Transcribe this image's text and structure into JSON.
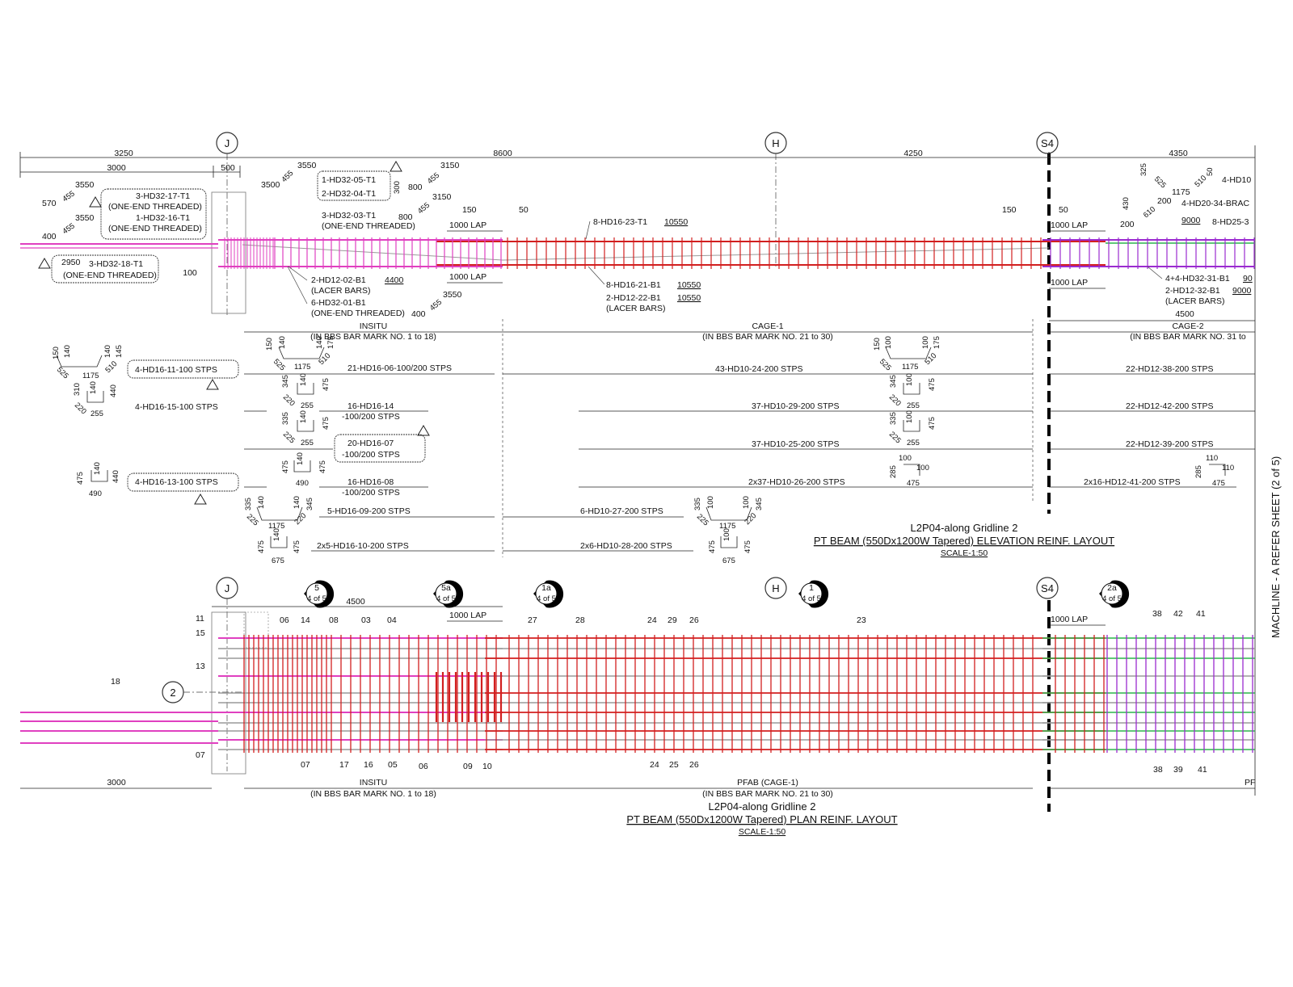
{
  "colors": {
    "bar_pink": "#e040c0",
    "bar_red": "#d21f1f",
    "bar_purple": "#9b2bd0",
    "bar_green": "#2bb54b",
    "lacer_grey": "#9a9a9a",
    "line": "#222222"
  },
  "gridlines": {
    "J": "J",
    "H": "H",
    "S4": "S4",
    "two": "2"
  },
  "elevation": {
    "dims_top": {
      "d3250": "3250",
      "d8600": "8600",
      "d4250": "4250",
      "d4350": "4350",
      "d3000": "3000",
      "d500": "500",
      "d100": "100"
    },
    "labels": {
      "l1": "3-HD32-17-T1",
      "l1b": "(ONE-END THREADED)",
      "l2": "1-HD32-16-T1",
      "l2b": "(ONE-END THREADED)",
      "l3": "3-HD32-18-T1",
      "l3b": "(ONE-END THREADED)",
      "l4": "1-HD32-05-T1",
      "l5": "2-HD32-04-T1",
      "l6": "3-HD32-03-T1",
      "l6b": "(ONE-END THREADED)",
      "l7": "8-HD16-23-T1",
      "l7v": "10550",
      "l8": "2-HD12-02-B1",
      "l8v": "4400",
      "l8b": "(LACER BARS)",
      "l9": "6-HD32-01-B1",
      "l9b": "(ONE-END THREADED)",
      "l10": "8-HD16-21-B1",
      "l10v": "10550",
      "l11": "2-HD12-22-B1",
      "l11v": "10550",
      "l11b": "(LACER BARS)",
      "l12": "4-HD10",
      "l13": "4-HD20-34-BRAC",
      "l14": "8-HD25-3",
      "l15": "4+4-HD32-31-B1",
      "l15v": "90",
      "l16": "2-HD12-32-B1",
      "l16v": "9000",
      "l16b": "(LACER BARS)",
      "lap1": "1000 LAP",
      "lap2": "1000 LAP",
      "lap3": "1000 LAP",
      "lap4": "1000 LAP",
      "n150a": "150",
      "n50a": "50",
      "n150b": "150",
      "n50b": "50",
      "n3550a": "3550",
      "n3550b": "3550",
      "n3550c": "3550",
      "n3550d": "3550",
      "n3150a": "3150",
      "n3150b": "3150",
      "n2950": "2950",
      "n570": "570",
      "n455a": "455",
      "n400a": "400",
      "n455b": "455",
      "n3500": "3500",
      "n455c": "455",
      "n800a": "800",
      "n455d": "455",
      "n800b": "800",
      "n455e": "455",
      "n300": "300",
      "n400b": "400",
      "n455f": "455",
      "n325": "325",
      "n525": "525",
      "n1175": "1175",
      "n510": "510",
      "n50c": "50",
      "n430": "430",
      "n200a": "200",
      "n200b": "200",
      "n610": "610",
      "n9000": "9000"
    },
    "zones": {
      "insitu": "INSITU",
      "insitu_b": "(IN BBS BAR MARK NO. 1 to 18)",
      "cage1": "CAGE-1",
      "cage1_b": "(IN BBS BAR MARK NO. 21 to 30)",
      "cage2": "CAGE-2",
      "cage2_b": "(IN BBS BAR MARK NO. 31 to",
      "d4500": "4500"
    },
    "title": {
      "line1": "L2P04-along Gridline 2",
      "line2": "PT BEAM (550Dx1200W Tapered) ELEVATION REINF. LAYOUT",
      "scale": "SCALE-1:50"
    }
  },
  "stirrups": {
    "rows": [
      {
        "left": "4-HD16-11-100 STPS",
        "mid": "21-HD16-06-100/200 STPS",
        "cage1": "43-HD10-24-200 STPS",
        "cage2": "22-HD12-38-200 STPS"
      },
      {
        "left": "4-HD16-15-100 STPS",
        "mid": "16-HD16-14",
        "mid2": "-100/200 STPS",
        "cage1": "37-HD10-29-200 STPS",
        "cage2": "22-HD12-42-200 STPS"
      },
      {
        "left": "",
        "mid": "20-HD16-07",
        "mid2": "-100/200 STPS",
        "cage1": "37-HD10-25-200 STPS",
        "cage2": "22-HD12-39-200 STPS"
      },
      {
        "left": "4-HD16-13-100 STPS",
        "mid": "16-HD16-08",
        "mid2": "-100/200 STPS",
        "cage1": "2x37-HD10-26-200 STPS",
        "cage2": "2x16-HD12-41-200 STPS"
      },
      {
        "left": "",
        "mid": "5-HD16-09-200 STPS",
        "cage1": "6-HD10-27-200 STPS"
      },
      {
        "left": "",
        "mid": "2x5-HD16-10-200 STPS",
        "cage1": "2x6-HD10-28-200 STPS"
      }
    ],
    "shape_dims": {
      "a1": "150",
      "a2": "140",
      "a3": "140",
      "a4": "145",
      "a5": "525",
      "a6": "1175",
      "a7": "510",
      "b1": "150",
      "b2": "140",
      "b3": "140",
      "b4": "175",
      "b5": "525",
      "b6": "1175",
      "b7": "510",
      "c1": "150",
      "c2": "100",
      "c3": "100",
      "c4": "175",
      "c5": "525",
      "c6": "1175",
      "c7": "510",
      "d1": "310",
      "d2": "140",
      "d3": "440",
      "d4": "220",
      "d5": "255",
      "e1": "345",
      "e2": "140",
      "e3": "475",
      "e4": "220",
      "e5": "255",
      "f1": "345",
      "f2": "100",
      "f3": "475",
      "f4": "220",
      "f5": "255",
      "g1": "335",
      "g2": "140",
      "g3": "475",
      "g4": "225",
      "g5": "255",
      "h1": "335",
      "h2": "100",
      "h3": "475",
      "h4": "225",
      "h5": "255",
      "i1": "475",
      "i2": "140",
      "i3": "440",
      "i4": "490",
      "j1": "475",
      "j2": "140",
      "j3": "475",
      "j4": "490",
      "k1": "100",
      "k2": "285",
      "k3": "100",
      "k4": "475",
      "l1": "110",
      "l2": "285",
      "l3": "110",
      "l4": "475",
      "m1": "335",
      "m2": "140",
      "m3": "140",
      "m4": "345",
      "m5": "225",
      "m6": "1175",
      "m7": "220",
      "n1": "335",
      "n2": "100",
      "n3": "100",
      "n4": "345",
      "n5": "225",
      "n6": "1175",
      "n7": "220",
      "o1": "475",
      "o2": "140",
      "o3": "475",
      "o4": "675",
      "p1": "475",
      "p2": "100",
      "p3": "475",
      "p4": "675"
    }
  },
  "plan": {
    "sections": [
      {
        "num": "5",
        "sheet": "4 of 5"
      },
      {
        "num": "5a",
        "sheet": "4 of 5"
      },
      {
        "num": "1a",
        "sheet": "4 of 5"
      },
      {
        "num": "1",
        "sheet": "4 of 5"
      },
      {
        "num": "2a",
        "sheet": "4 of 5"
      }
    ],
    "d4500": "4500",
    "lap1": "1000 LAP",
    "lap2": "1000 LAP",
    "d3000": "3000",
    "marks_top": [
      "06",
      "14",
      "08",
      "03",
      "04",
      "27",
      "28",
      "24",
      "29",
      "26",
      "23",
      "38",
      "42",
      "41"
    ],
    "marks_left": [
      "11",
      "15",
      "13",
      "18",
      "07"
    ],
    "marks_bottom": [
      "07",
      "17",
      "16",
      "05",
      "06",
      "09",
      "10",
      "24",
      "25",
      "26",
      "38",
      "39",
      "41"
    ],
    "zones": {
      "insitu": "INSITU",
      "insitu_b": "(IN BBS BAR MARK NO. 1 to 18)",
      "pfab": "PFAB (CAGE-1)",
      "pfab_b": "(IN BBS BAR MARK NO. 21 to 30)",
      "pf": "PF"
    },
    "title": {
      "line1": "L2P04-along Gridline 2",
      "line2": "PT BEAM (550Dx1200W Tapered) PLAN REINF. LAYOUT",
      "scale": "SCALE-1:50"
    }
  },
  "side_note": "MACHLINE - A    REFER SHEET (2 of 5)"
}
